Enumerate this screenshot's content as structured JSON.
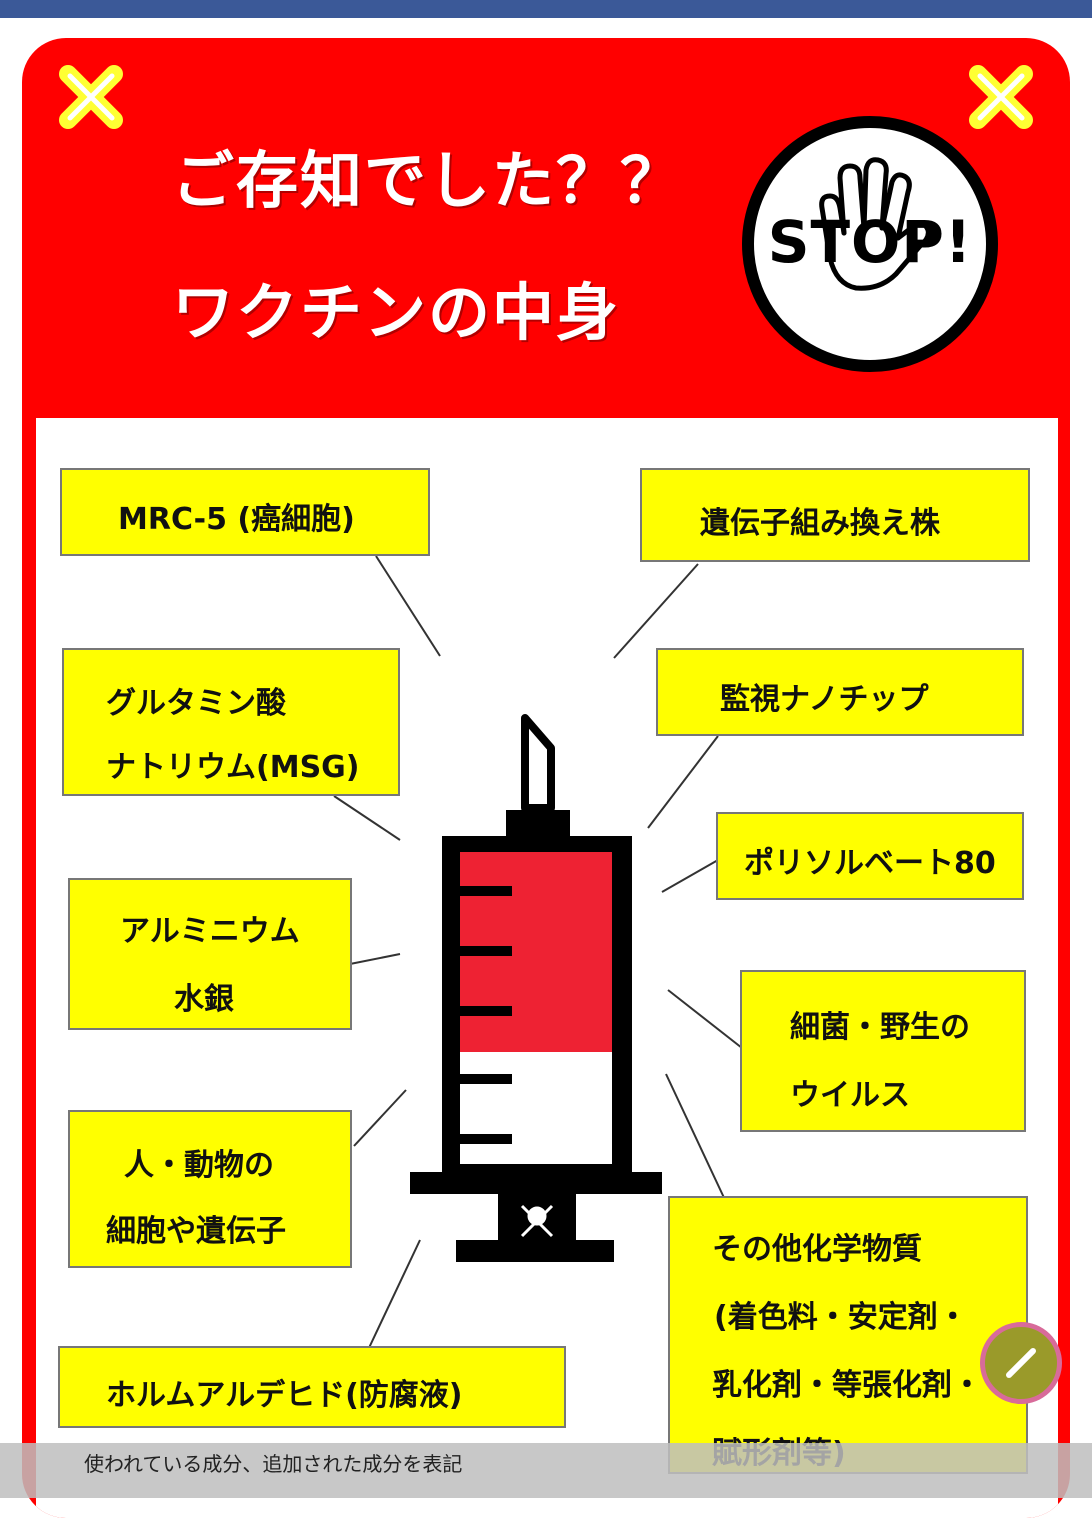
{
  "header": {
    "title_line1": "ご存知でした？？",
    "title_line2": "ワクチンの中身",
    "stop_label": "STOP!"
  },
  "items": {
    "mrc5": "MRC-5 (癌細胞)",
    "gmo": "遺伝子組み換え株",
    "msg_line1": "グルタミン酸",
    "msg_line2": "ナトリウム(MSG)",
    "nanochip": "監視ナノチップ",
    "polysorbate": "ポリソルベート80",
    "aluminum_line1": "アルミニウム",
    "aluminum_line2": "水銀",
    "bacteria_line1": "細菌・野生の",
    "bacteria_line2": "ウイルス",
    "cells_line1": "人・動物の",
    "cells_line2": "細胞や遺伝子",
    "other_line1": "その他化学物質",
    "other_line2": "(着色料・安定剤・",
    "other_line3": "乳化剤・等張化剤・",
    "other_line4": "賦形剤等)",
    "formaldehyde": "ホルムアルデヒド(防腐液)"
  },
  "caption": "使われている成分、追加された成分を表記",
  "colors": {
    "red": "#ff0000",
    "yellow": "#ffff00",
    "black": "#000000",
    "topbar": "#3b5998"
  },
  "icons": {
    "corner_marks": "x-mark-icon",
    "stop_hand": "stop-hand-icon",
    "syringe": "syringe-icon",
    "skull": "skull-crossbones-icon",
    "edit": "pencil-icon"
  }
}
